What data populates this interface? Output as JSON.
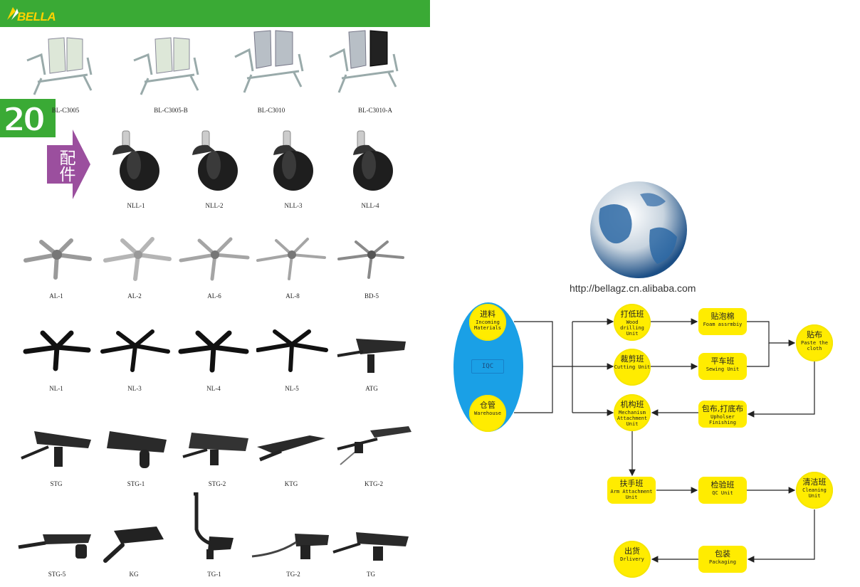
{
  "header": {
    "brand": "BELLA",
    "page_number": "20"
  },
  "section_tag": "配件",
  "rows": [
    {
      "items": [
        "BL-C3005",
        "BL-C3005-B",
        "BL-C3010",
        "BL-C3010-A"
      ]
    },
    {
      "items": [
        "NLL-1",
        "NLL-2",
        "NLL-3",
        "NLL-4"
      ]
    },
    {
      "items": [
        "AL-1",
        "AL-2",
        "AL-6",
        "AL-8",
        "BD-5"
      ]
    },
    {
      "items": [
        "NL-1",
        "NL-3",
        "NL-4",
        "NL-5",
        "ATG"
      ]
    },
    {
      "items": [
        "STG",
        "STG-1",
        "STG-2",
        "KTG",
        "KTG-2"
      ]
    },
    {
      "items": [
        "STG-5",
        "KG",
        "TG-1",
        "TG-2",
        "TG"
      ]
    }
  ],
  "website": "http://bellagz.cn.alibaba.com",
  "flow": {
    "incoming": {
      "cn": "进料",
      "en": "Incoming Materials"
    },
    "iqc": "IQC",
    "warehouse": {
      "cn": "仓管",
      "en": "Warehouse"
    },
    "drilling": {
      "cn": "打低班",
      "en": "Wood drilling Unit"
    },
    "cutting": {
      "cn": "裁剪班",
      "en": "Cutting Unit"
    },
    "mechanism": {
      "cn": "机构班",
      "en": "Mechanism Attachment Unit"
    },
    "foam": {
      "cn": "贴泡棉",
      "en": "Foam assrmbiy"
    },
    "sewing": {
      "cn": "平车班",
      "en": "Sewing Unit"
    },
    "upholser": {
      "cn": "包布,打底布",
      "en": "Upholser Finishing"
    },
    "paste": {
      "cn": "贴布",
      "en": "Paste the cloth"
    },
    "arm": {
      "cn": "扶手班",
      "en": "Arm Attachment Unit"
    },
    "qc": {
      "cn": "检验班",
      "en": "QC Unit"
    },
    "cleaning": {
      "cn": "清洁班",
      "en": "Cleaning Unit"
    },
    "packaging": {
      "cn": "包装",
      "en": "Packaging"
    },
    "delivery": {
      "cn": "出货",
      "en": "Drlivery"
    }
  },
  "colors": {
    "green": "#3aaa35",
    "yellow": "#ffec00",
    "blue": "#1aa0e6",
    "purple": "#9b4f9e"
  }
}
